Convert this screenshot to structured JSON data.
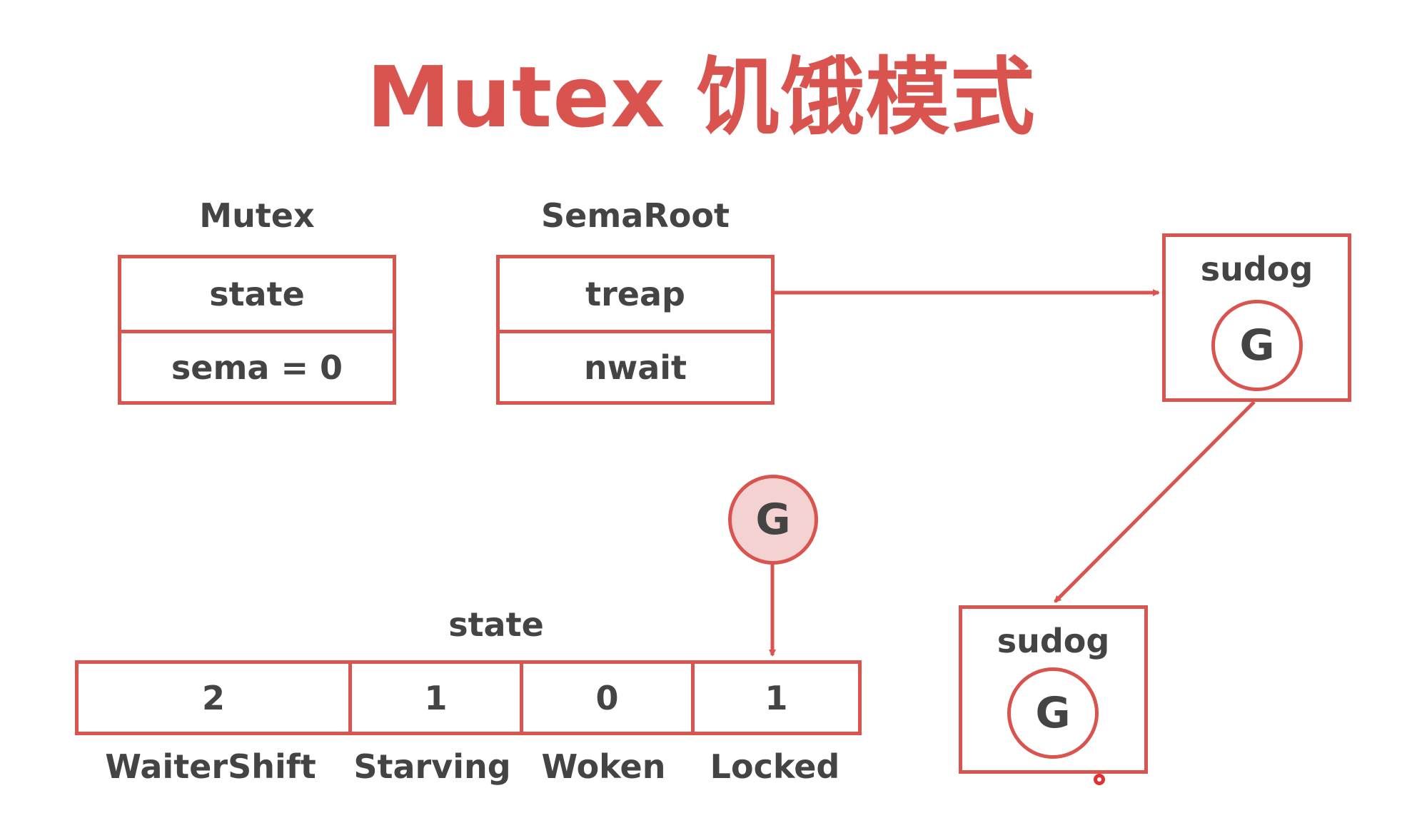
{
  "title": "Mutex 饥饿模式",
  "mutex": {
    "label": "Mutex",
    "fields": [
      "state",
      "sema = 0"
    ]
  },
  "semaroot": {
    "label": "SemaRoot",
    "fields": [
      "treap",
      "nwait"
    ]
  },
  "sudog_top": {
    "label": "sudog",
    "g": "G"
  },
  "sudog_bottom": {
    "label": "sudog",
    "g": "G"
  },
  "incoming_g": "G",
  "state": {
    "label": "state",
    "values": [
      "2",
      "1",
      "0",
      "1"
    ],
    "names": [
      "WaiterShift",
      "Starving",
      "Woken",
      "Locked"
    ]
  },
  "colors": {
    "accent": "#d9534f",
    "text": "#444444",
    "g_fill_highlight": "#f3d2d1"
  }
}
